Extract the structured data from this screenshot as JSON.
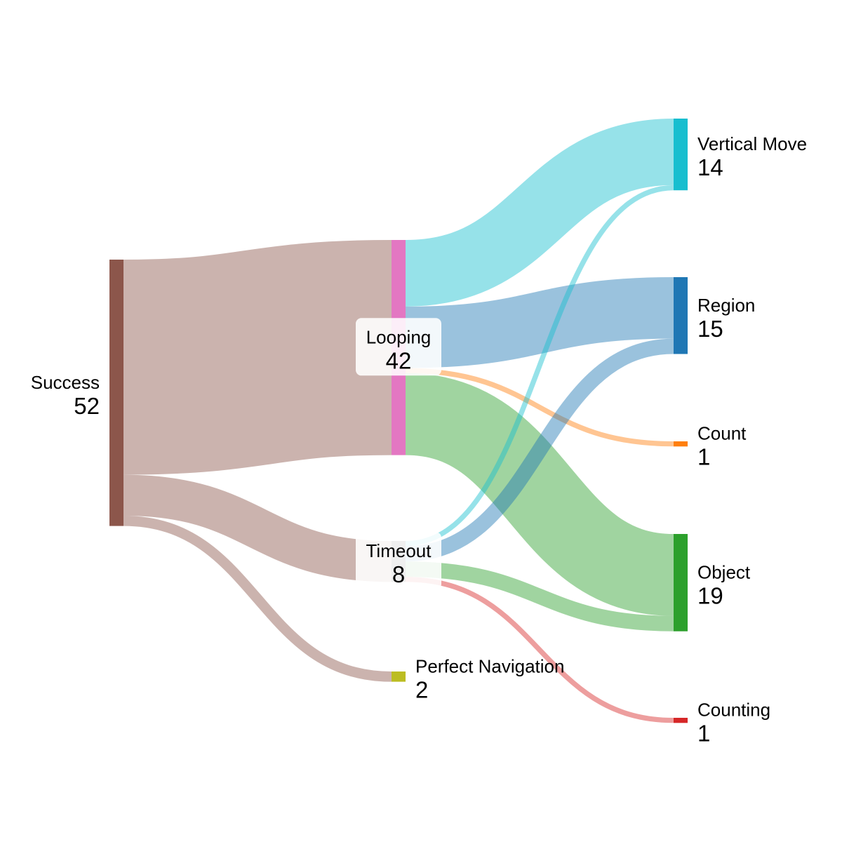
{
  "chart_data": {
    "type": "sankey",
    "nodes": [
      {
        "id": "success",
        "name": "Success",
        "value": 52,
        "color": "#8c564b"
      },
      {
        "id": "looping",
        "name": "Looping",
        "value": 42,
        "color": "#e377c2"
      },
      {
        "id": "timeout",
        "name": "Timeout",
        "value": 8,
        "color": "#7f7f7f"
      },
      {
        "id": "perfect",
        "name": "Perfect Navigation",
        "value": 2,
        "color": "#bcbd22"
      },
      {
        "id": "vertical",
        "name": "Vertical Move",
        "value": 14,
        "color": "#17becf"
      },
      {
        "id": "region",
        "name": "Region",
        "value": 15,
        "color": "#1f77b4"
      },
      {
        "id": "count",
        "name": "Count",
        "value": 1,
        "color": "#ff7f0e"
      },
      {
        "id": "object",
        "name": "Object",
        "value": 19,
        "color": "#2ca02c"
      },
      {
        "id": "counting",
        "name": "Counting",
        "value": 1,
        "color": "#d62728"
      }
    ],
    "links": [
      {
        "source": "success",
        "target": "looping",
        "value": 42
      },
      {
        "source": "success",
        "target": "timeout",
        "value": 8
      },
      {
        "source": "success",
        "target": "perfect",
        "value": 2
      },
      {
        "source": "looping",
        "target": "vertical",
        "value": 13
      },
      {
        "source": "looping",
        "target": "region",
        "value": 12
      },
      {
        "source": "looping",
        "target": "count",
        "value": 1
      },
      {
        "source": "looping",
        "target": "object",
        "value": 16
      },
      {
        "source": "timeout",
        "target": "vertical",
        "value": 1
      },
      {
        "source": "timeout",
        "target": "region",
        "value": 3
      },
      {
        "source": "timeout",
        "target": "object",
        "value": 3
      },
      {
        "source": "timeout",
        "target": "counting",
        "value": 1
      }
    ]
  }
}
